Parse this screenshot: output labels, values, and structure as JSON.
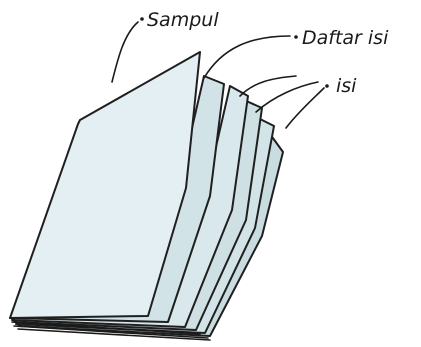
{
  "labels": {
    "cover": "Sampul",
    "toc": "Daftar isi",
    "content": "isi"
  },
  "colors": {
    "cover_fill": "#e4eff3",
    "page_fill_light": "#d9e8ec",
    "page_fill_mid": "#c9dcdf",
    "outline": "#1f1f1f"
  }
}
